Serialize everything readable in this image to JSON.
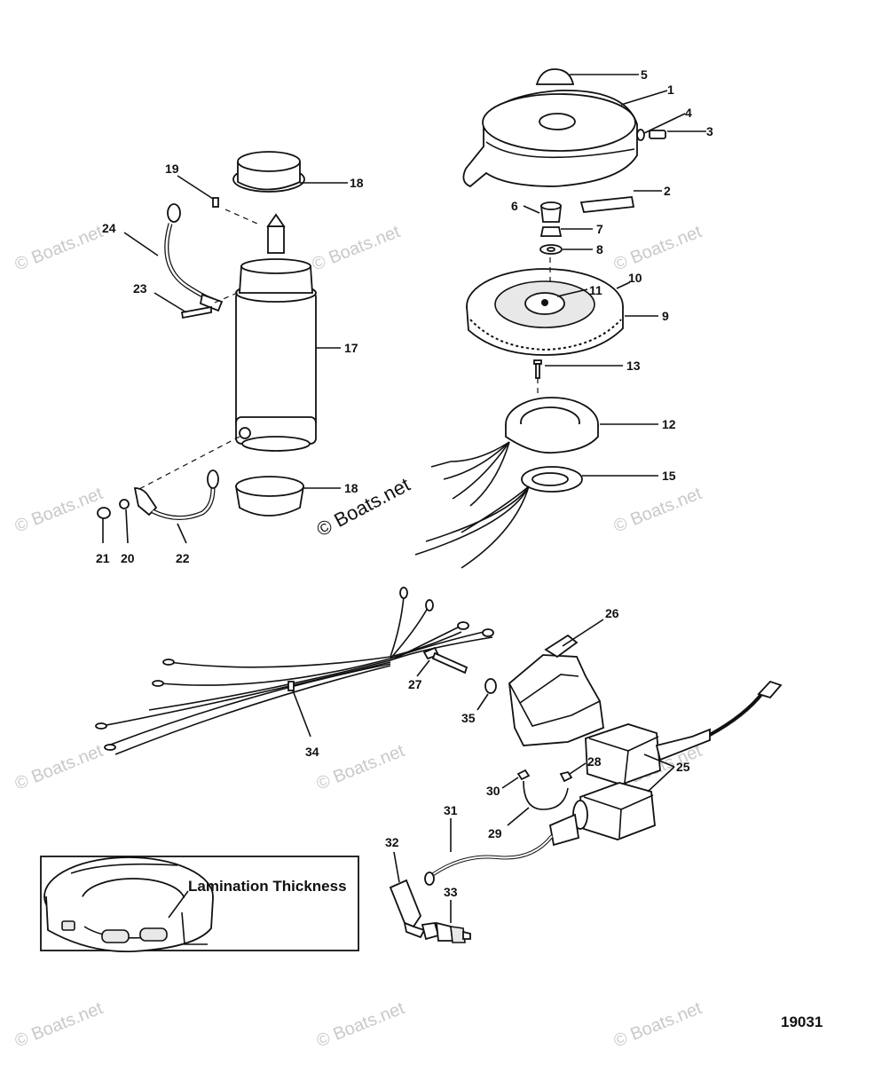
{
  "watermark": "© Boats.net",
  "watermark_dark": "© Boats.net",
  "reference_number": "19031",
  "inset_label": "Lamination Thickness",
  "callouts": [
    "1",
    "2",
    "3",
    "4",
    "5",
    "6",
    "7",
    "8",
    "9",
    "10",
    "11",
    "12",
    "13",
    "15",
    "17",
    "18",
    "18",
    "19",
    "20",
    "21",
    "22",
    "23",
    "24",
    "25",
    "26",
    "27",
    "28",
    "29",
    "30",
    "31",
    "32",
    "33",
    "34",
    "35"
  ]
}
